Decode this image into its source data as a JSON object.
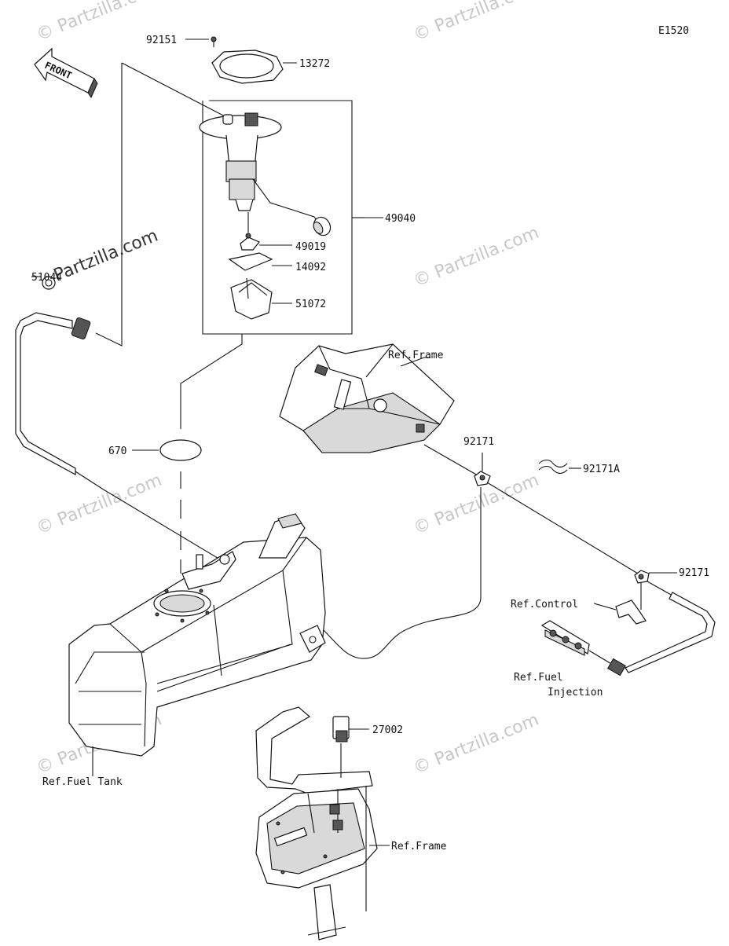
{
  "diagram_code": "E1520",
  "front_label": "FRONT",
  "callouts": {
    "p92151": "92151",
    "p13272": "13272",
    "p49040": "49040",
    "p49019": "49019",
    "p14092": "14092",
    "p51072": "51072",
    "p51044": "51044",
    "p670": "670",
    "p92171_top": "92171",
    "p92171A": "92171A",
    "p92171_right": "92171",
    "p27002": "27002"
  },
  "references": {
    "frame_top": "Ref.Frame",
    "control": "Ref.Control",
    "fuel_injection_1": "Ref.Fuel",
    "fuel_injection_2": "Injection",
    "fuel_tank": "Ref.Fuel Tank",
    "frame_bottom": "Ref.Frame"
  },
  "watermarks": {
    "copy": "© Partzilla.com",
    "brand": "Partzilla.com"
  },
  "colors": {
    "line": "#111111",
    "watermark": "#c8c8c8",
    "shade": "#d9d9d9"
  }
}
